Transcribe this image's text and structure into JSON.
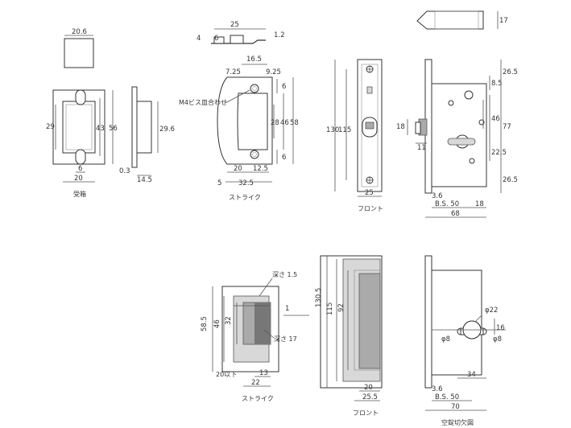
{
  "labels": {
    "ukebako": "受箱",
    "strike_top": "ストライク",
    "front_top": "フロント",
    "strike_bottom": "ストライク",
    "front_bottom": "フロント",
    "cutout": "空錠切欠図",
    "m4_screw": "M4ビス皿合わせ",
    "depth_1_5": "深さ 1.5",
    "depth_17": "深さ 17",
    "max_20": "20以下"
  },
  "dims": {
    "ub_w_top": "20.6",
    "ub_h29": "29",
    "ub_h43": "43",
    "ub_h56": "56",
    "ub_w6": "6",
    "ub_w20": "20",
    "ub_side_h": "29.6",
    "ub_side_03": "0.3",
    "ub_side_145": "14.5",
    "tp_25": "25",
    "tp_4": "4",
    "tp_6": "6",
    "tp_12": "1.2",
    "st_165": "16.5",
    "st_725": "7.25",
    "st_925": "9.25",
    "st_6a": "6",
    "st_28": "28",
    "st_46": "46",
    "st_58": "58",
    "st_6b": "6",
    "st_20": "20",
    "st_125": "12.5",
    "st_5": "5",
    "st_325": "32.5",
    "fr_130": "130",
    "fr_115": "115",
    "fr_25": "25",
    "bd_17": "17",
    "bd_85": "8.5",
    "bd_265a": "26.5",
    "bd_46": "46",
    "bd_77": "77",
    "bd_225": "22.5",
    "bd_265b": "26.5",
    "bd_18": "18",
    "bd_11": "11",
    "bd_36": "3.6",
    "bd_bs50": "B.S. 50",
    "bd_18b": "18",
    "bd_68": "68",
    "ms_585": "58.5",
    "ms_46": "46",
    "ms_32": "32",
    "ms_1": "1",
    "ms_13": "13",
    "ms_22": "22",
    "mf_1305": "130.5",
    "mf_115": "115",
    "mf_92": "92",
    "mf_20": "20",
    "mf_255": "25.5",
    "ct_phi22": "φ22",
    "ct_16": "16",
    "ct_phi8a": "φ8",
    "ct_phi8b": "φ8",
    "ct_34": "34",
    "ct_36": "3.6",
    "ct_bs50": "B.S. 50",
    "ct_70": "70"
  },
  "colors": {
    "line": "#555555",
    "fill_dark": "#777777",
    "fill_mid": "#aaaaaa",
    "fill_light": "#d8d8d8"
  }
}
